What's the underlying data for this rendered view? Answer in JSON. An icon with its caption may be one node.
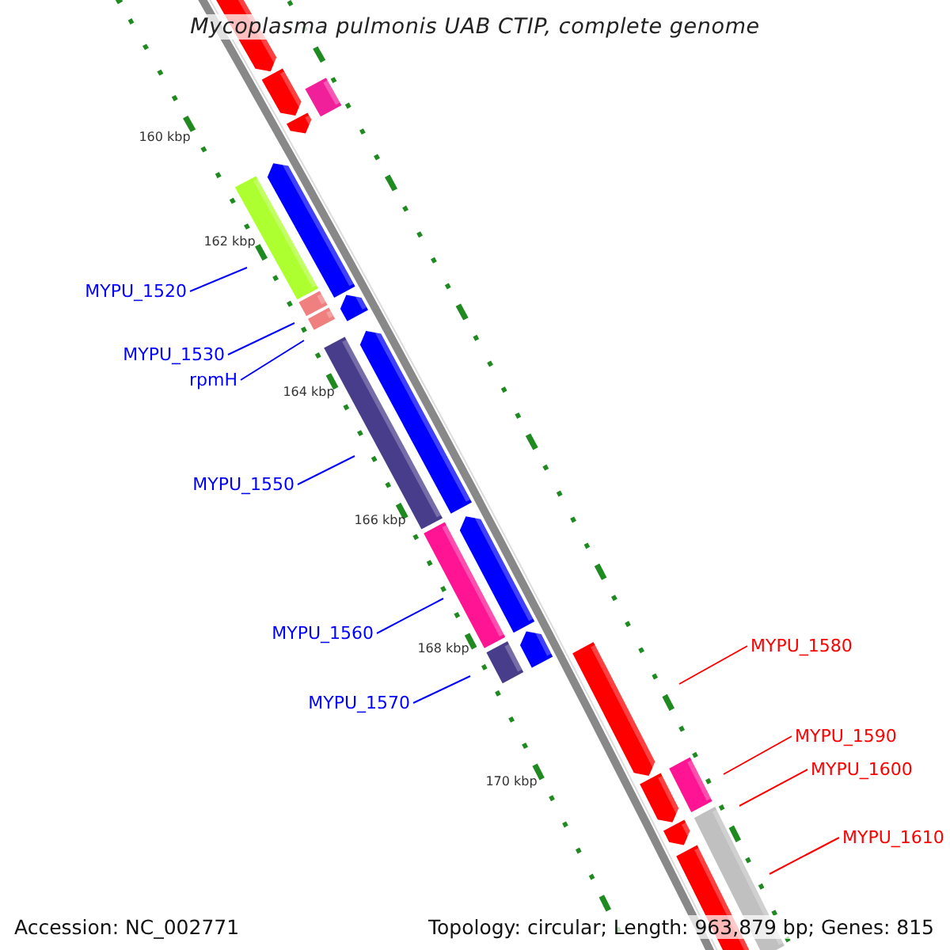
{
  "diagram": {
    "title": "Mycoplasma pulmonis UAB CTIP, complete genome",
    "nodes": [
      {
        "text": [
          "MYPU_1520"
        ]
      },
      {
        "text": [
          "MYPU_1530"
        ]
      },
      {
        "text": [
          "rpmH"
        ]
      },
      {
        "text": [
          "MYPU_1550"
        ]
      },
      {
        "text": [
          "MYPU_1560"
        ]
      },
      {
        "text": [
          "MYPU_1570"
        ]
      },
      {
        "text": [
          "MYPU_1580"
        ]
      },
      {
        "text": [
          "MYPU_1590"
        ]
      },
      {
        "text": [
          "MYPU_1600"
        ]
      },
      {
        "text": [
          "MYPU_1610"
        ]
      }
    ],
    "edges": [
      {
        "from": 0,
        "to": null,
        "arrow": "none"
      },
      {
        "from": 1,
        "to": null,
        "arrow": "none"
      },
      {
        "from": 2,
        "to": null,
        "arrow": "none"
      },
      {
        "from": 3,
        "to": null,
        "arrow": "none"
      },
      {
        "from": 4,
        "to": null,
        "arrow": "none"
      },
      {
        "from": 5,
        "to": null,
        "arrow": "none"
      },
      {
        "from": 6,
        "to": null,
        "arrow": "none",
        "color": "#ff0000"
      },
      {
        "from": 7,
        "to": null,
        "arrow": "none",
        "color": "#ff0000"
      },
      {
        "from": 8,
        "to": null,
        "arrow": "none",
        "color": "#ff0000"
      },
      {
        "from": 9,
        "to": null,
        "arrow": "none",
        "color": "#ff0000"
      }
    ],
    "labels": [
      "160 kbp",
      "162 kbp",
      "164 kbp",
      "166 kbp",
      "168 kbp",
      "170 kbp",
      "Accession: NC_002771",
      "Topology: circular; Length: 963,879 bp; Genes: 815"
    ]
  }
}
